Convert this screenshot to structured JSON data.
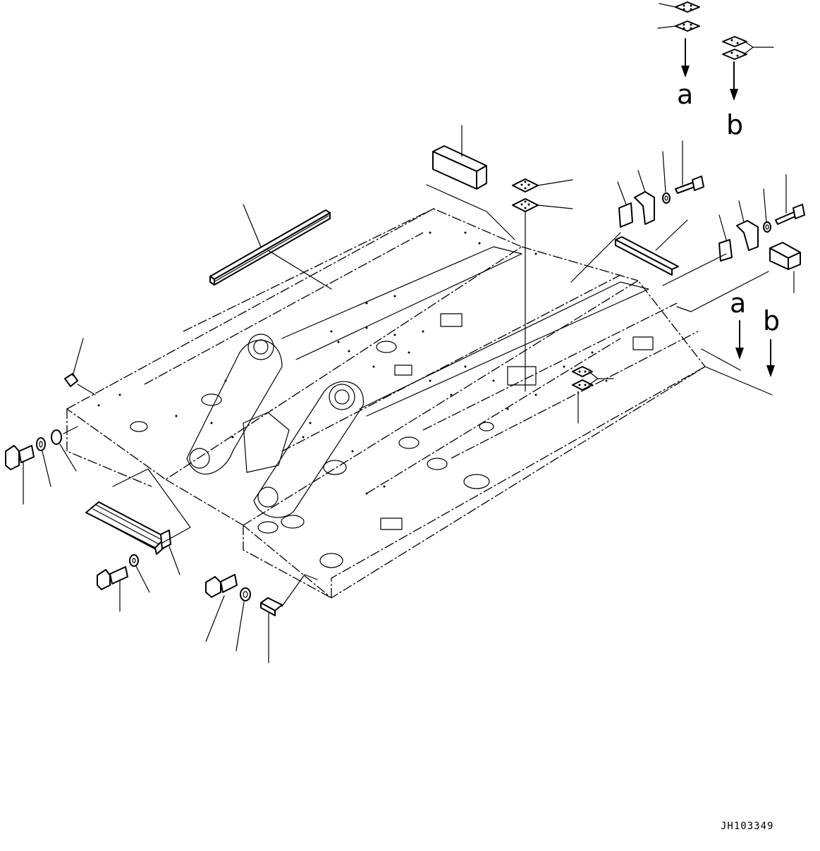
{
  "drawing": {
    "ref_labels": [
      {
        "id": "a",
        "text": "a"
      },
      {
        "id": "b",
        "text": "b"
      },
      {
        "id": "a2",
        "text": "a"
      },
      {
        "id": "b2",
        "text": "b"
      }
    ],
    "drawing_code": "JH103349"
  }
}
